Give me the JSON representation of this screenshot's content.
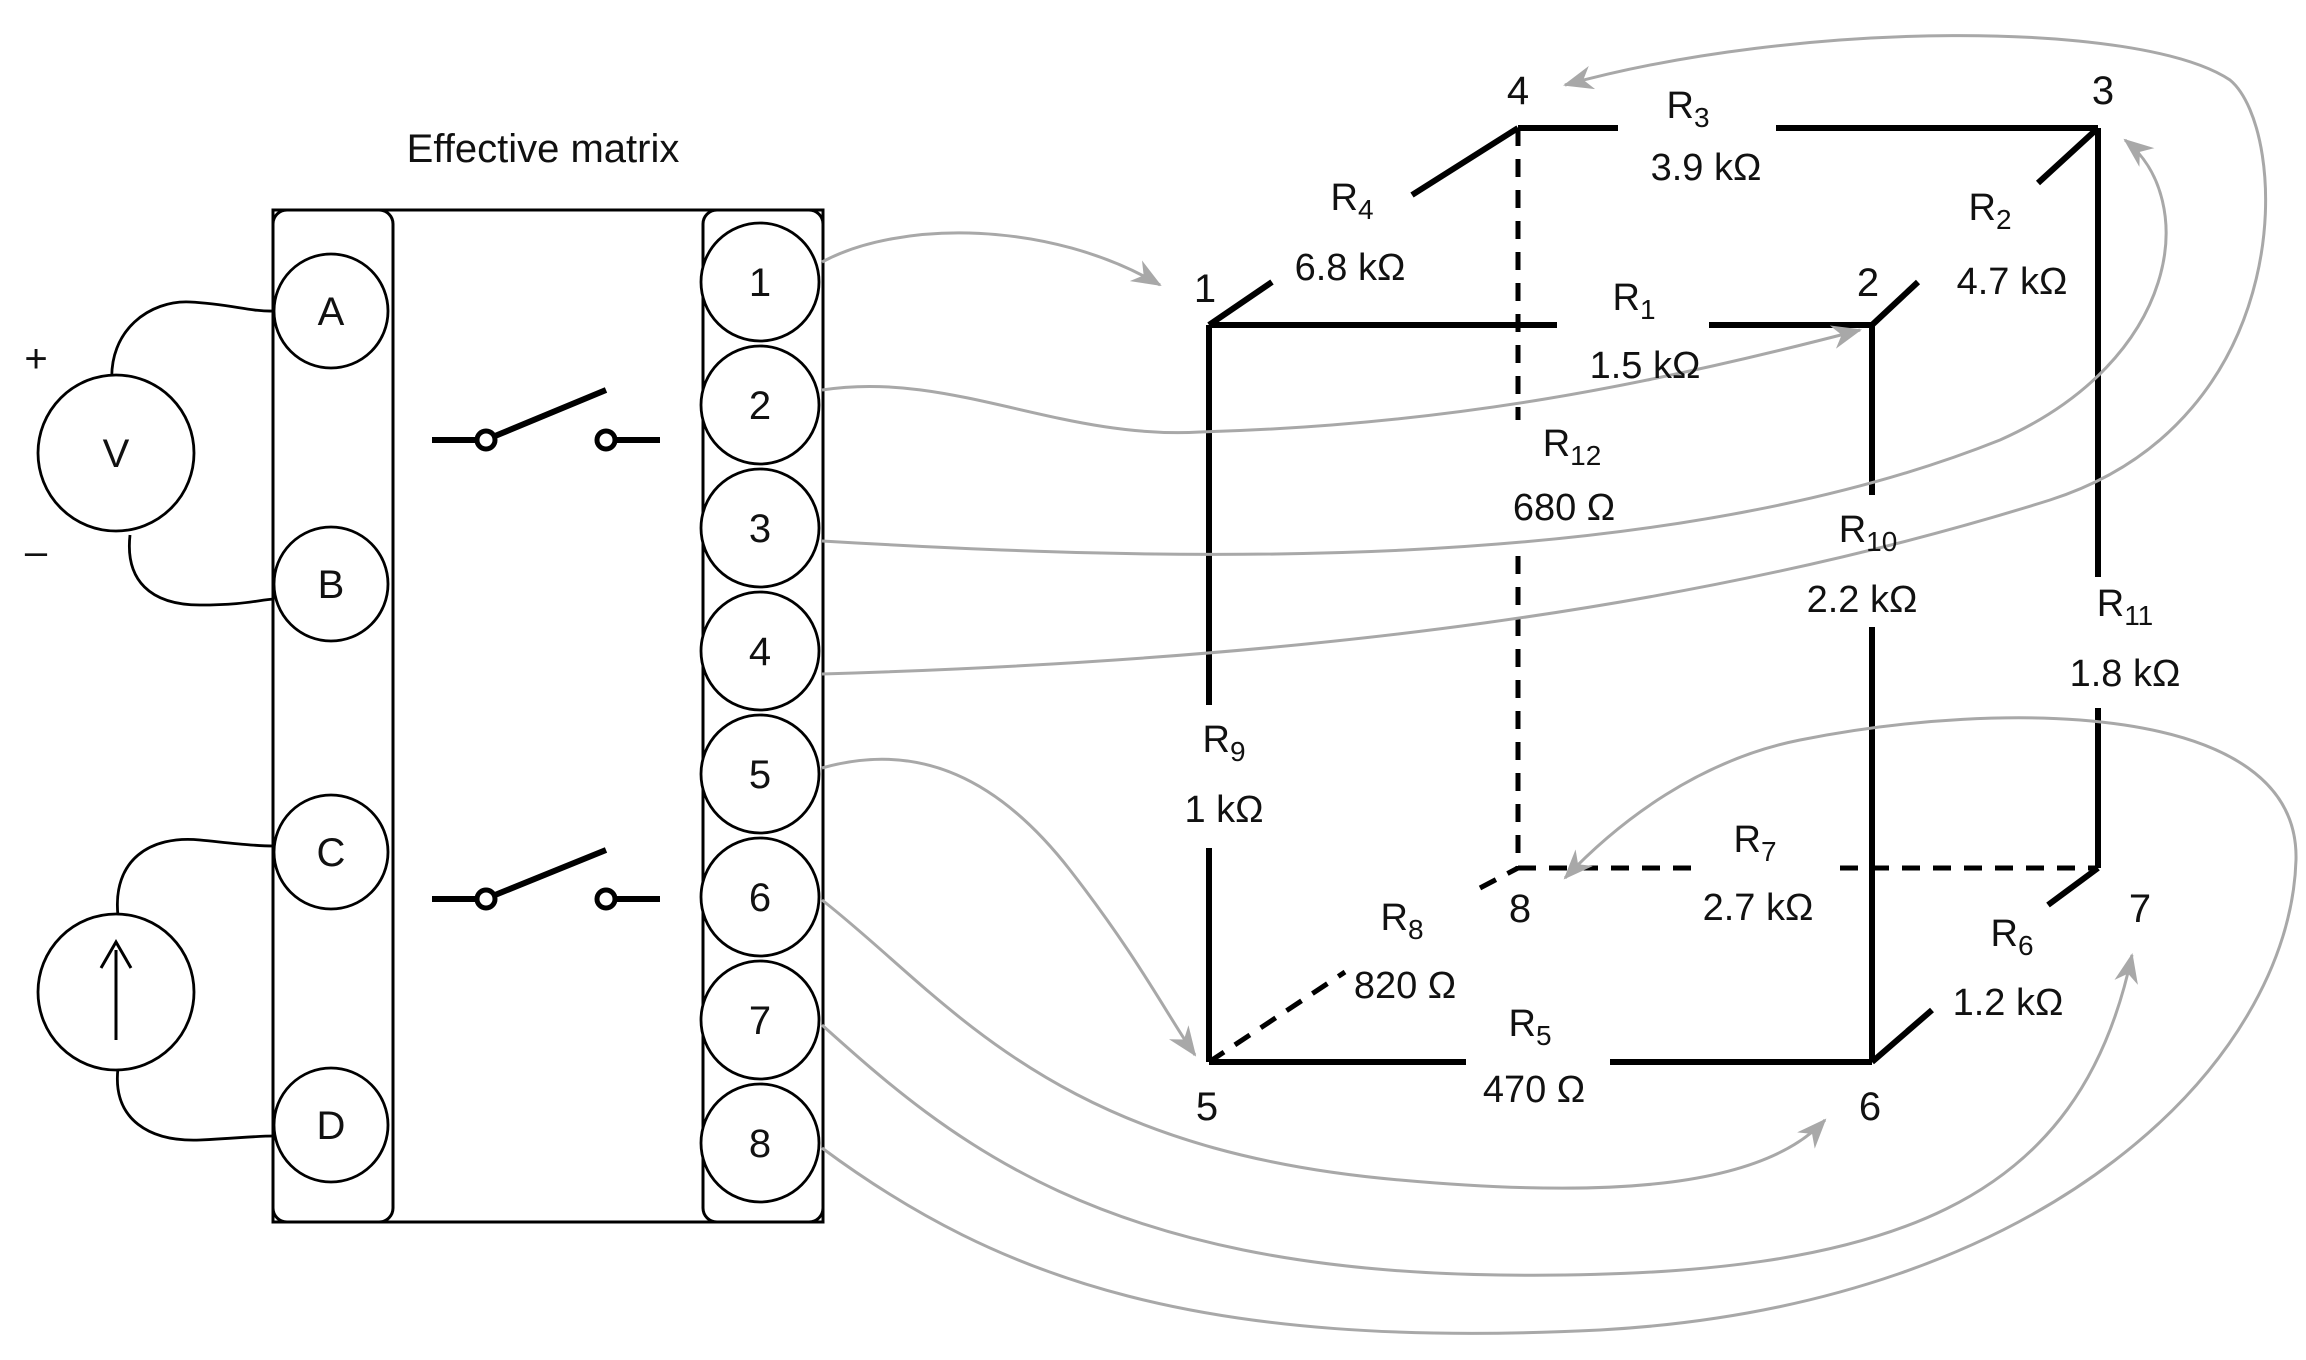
{
  "matrix": {
    "title": "Effective matrix",
    "left_ports": [
      "A",
      "B",
      "C",
      "D"
    ],
    "right_ports": [
      "1",
      "2",
      "3",
      "4",
      "5",
      "6",
      "7",
      "8"
    ]
  },
  "instruments": {
    "voltmeter_label": "V",
    "plus": "+",
    "minus": "–"
  },
  "nodes": {
    "n1": "1",
    "n2": "2",
    "n3": "3",
    "n4": "4",
    "n5": "5",
    "n6": "6",
    "n7": "7",
    "n8": "8"
  },
  "resistors": [
    {
      "letter": "R",
      "index": "1",
      "value": "1.5 kΩ"
    },
    {
      "letter": "R",
      "index": "2",
      "value": "4.7 kΩ"
    },
    {
      "letter": "R",
      "index": "3",
      "value": "3.9 kΩ"
    },
    {
      "letter": "R",
      "index": "4",
      "value": "6.8 kΩ"
    },
    {
      "letter": "R",
      "index": "5",
      "value": "470 Ω"
    },
    {
      "letter": "R",
      "index": "6",
      "value": "1.2 kΩ"
    },
    {
      "letter": "R",
      "index": "7",
      "value": "2.7 kΩ"
    },
    {
      "letter": "R",
      "index": "8",
      "value": "820 Ω"
    },
    {
      "letter": "R",
      "index": "9",
      "value": "1 kΩ"
    },
    {
      "letter": "R",
      "index": "10",
      "value": "2.2 kΩ"
    },
    {
      "letter": "R",
      "index": "11",
      "value": "1.8 kΩ"
    },
    {
      "letter": "R",
      "index": "12",
      "value": "680 Ω"
    }
  ]
}
